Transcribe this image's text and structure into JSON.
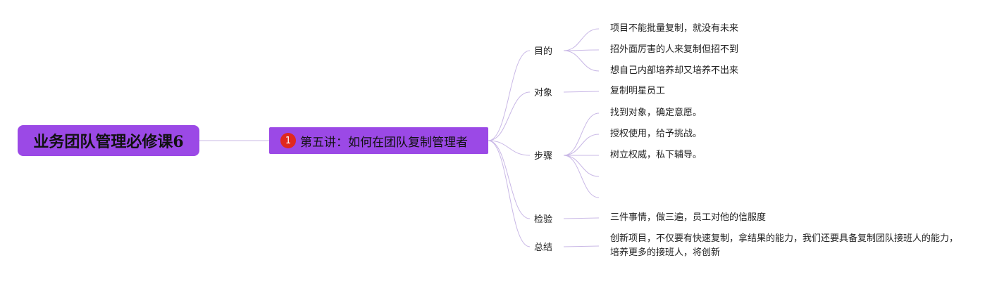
{
  "root": {
    "label": "业务团队管理必修课6"
  },
  "main": {
    "badge": "1",
    "label": "第五讲：如何在团队复制管理者"
  },
  "branches": [
    {
      "label": "目的",
      "leaves": [
        "项目不能批量复制，就没有未来",
        "招外面厉害的人来复制但招不到",
        "想自己内部培养却又培养不出来"
      ]
    },
    {
      "label": "对象",
      "leaves": [
        "复制明星员工"
      ]
    },
    {
      "label": "步骤",
      "leaves": [
        "找到对象，确定意愿。",
        "授权使用，给予挑战。",
        "树立权威，私下辅导。",
        "",
        ""
      ]
    },
    {
      "label": "检验",
      "leaves": [
        "三件事情，做三遍，员工对他的信服度"
      ]
    },
    {
      "label": "总结",
      "leaves": [
        "创新项目，不仅要有快速复制，拿结果的能力，我们还要具备复制团队接班人的能力，培养更多的接班人，将创新"
      ]
    }
  ],
  "colors": {
    "node_fill": "#9b49e6",
    "badge": "#e0281e",
    "connector": "#c9b8e6"
  }
}
